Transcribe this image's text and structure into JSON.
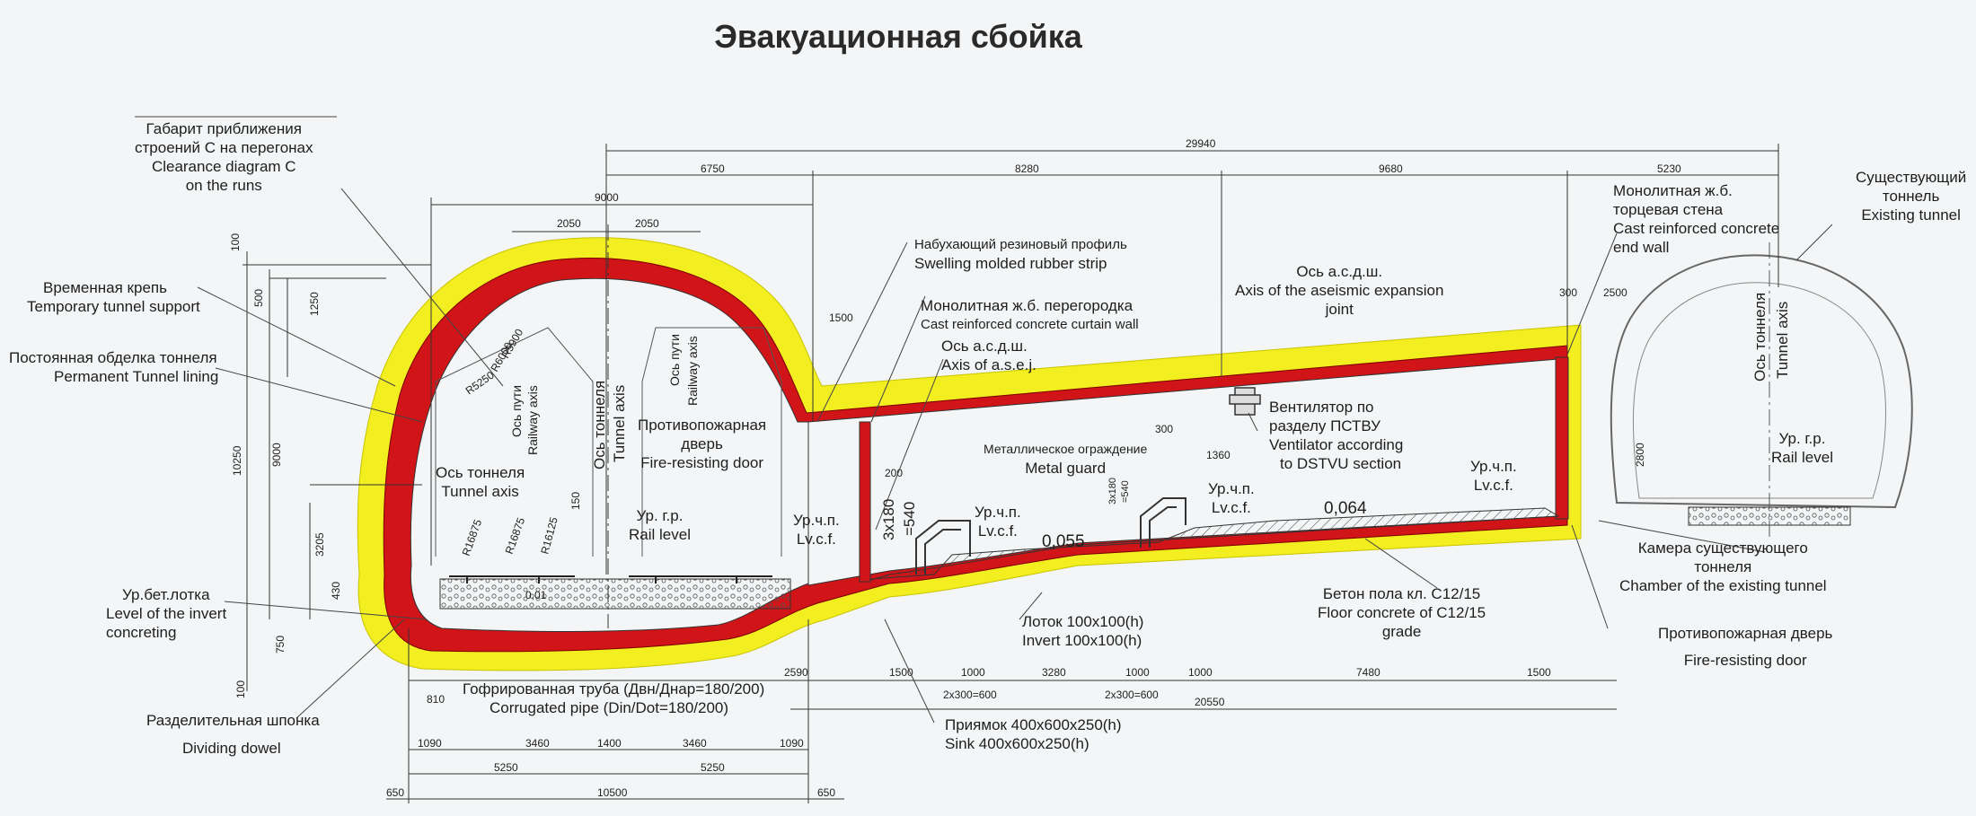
{
  "title": "Эвакуационная сбойка",
  "colors": {
    "lining": "#d01418",
    "support": "#f2ee1f",
    "outline": "#2a2a2a",
    "background": "#f3f5f6"
  },
  "labels": {
    "clearance": [
      "Габарит приближения",
      "строений С на перегонах",
      "Clearance diagram C",
      "on the runs"
    ],
    "temp_support": [
      "Временная крепь",
      "Temporary tunnel support"
    ],
    "perm_lining": [
      "Постоянная обделка тоннеля",
      "Permanent Tunnel lining"
    ],
    "invert_concreting": [
      "Ур.бет.лотка",
      "Level of the invert",
      "concreting"
    ],
    "dividing_dowel": [
      "Разделительная шпонка",
      "Dividing dowel"
    ],
    "corrugated_pipe": [
      "Гофрированная труба (Двн/Днар=180/200)",
      "Corrugated pipe  (Din/Dot=180/200)"
    ],
    "sink": [
      "Приямок 400х600х250(h)",
      "Sink 400х600х250(h)"
    ],
    "swelling_strip": [
      "Набухающий резиновый профиль",
      "Swelling molded rubber strip"
    ],
    "curtain_wall": [
      "Монолитная ж.б. перегородка",
      "Cast reinforced concrete curtain wall"
    ],
    "asej": [
      "Ось а.с.д.ш.",
      "Axis of a.s.e.j."
    ],
    "aseismic": [
      "Ось а.с.д.ш.",
      "Axis of the aseismic expansion",
      "joint"
    ],
    "ventilator": [
      "Вентилятор по",
      "разделу ПСТВУ",
      "Ventilator according",
      "to DSTVU section"
    ],
    "metal_guard": [
      "Металлическое ограждение",
      "Metal guard"
    ],
    "fire_door_left": [
      "Противопожарная",
      "дверь",
      "Fire-resisting door"
    ],
    "tunnel_axis_left": [
      "Ось тоннеля",
      "Tunnel axis"
    ],
    "tunnel_axis_vert": "Ось тоннеля",
    "tunnel_axis_vert_en": "Tunnel axis",
    "track_axis": "Ось пути",
    "railway_axis": "Railway axis",
    "rail_level_left": [
      "Ур. г.р.",
      "Rail level"
    ],
    "lvcf": [
      "Ур.ч.п.",
      "Lv.c.f."
    ],
    "lvcf_small": [
      "Ур.ч.п.",
      "Lv.c.f."
    ],
    "tray": [
      "Лоток 100х100(h)",
      "Invert 100х100(h)"
    ],
    "floor_concrete": [
      "Бетон пола кл. С12/15",
      "Floor concrete of C12/15",
      "grade"
    ],
    "end_wall": [
      "Монолитная ж.б.",
      "торцевая стена",
      "Cast reinforced concrete",
      "end wall"
    ],
    "existing_tunnel": [
      "Существующий",
      "тоннель",
      "Existing tunnel"
    ],
    "existing_axis": "Ось тоннеля",
    "existing_axis_en": "Tunnel axis",
    "rail_level_right": [
      "Ур. г.р.",
      "Rail level"
    ],
    "chamber": [
      "Камера существующего",
      "тоннеля",
      "Chamber of the existing tunnel"
    ],
    "fire_door_right": [
      "Противопожарная дверь",
      "Fire-resisting door"
    ],
    "slope_1": "0,055",
    "slope_2": "0,064",
    "slope_3": "0,01",
    "dim_540_a": "3х180",
    "dim_540_b": "=540",
    "dim_540_c": "3х180",
    "dim_540_d": "=540"
  },
  "dimensions": {
    "top": [
      "29940",
      "6750",
      "8280",
      "9680",
      "5230",
      "9000",
      "2050",
      "2050",
      "1500",
      "300",
      "2500"
    ],
    "left": [
      "100",
      "500",
      "1250",
      "10250",
      "9000",
      "3205",
      "430",
      "750",
      "100",
      "150",
      "1360",
      "300",
      "200",
      "2800"
    ],
    "radii": [
      "R5900",
      "R6000",
      "R5250",
      "R16875",
      "R16875",
      "R16125"
    ],
    "bottom_row1": [
      "810",
      "2590",
      "1500",
      "1000",
      "3280",
      "1000",
      "1000",
      "7480",
      "1500"
    ],
    "bottom_row2": [
      "2х300=600",
      "2х300=600"
    ],
    "bottom_row3": [
      "20550"
    ],
    "bottom_row4": [
      "1090",
      "3460",
      "1400",
      "3460",
      "1090"
    ],
    "bottom_row5": [
      "5250",
      "5250"
    ],
    "bottom_row6": [
      "650",
      "10500",
      "650"
    ]
  }
}
